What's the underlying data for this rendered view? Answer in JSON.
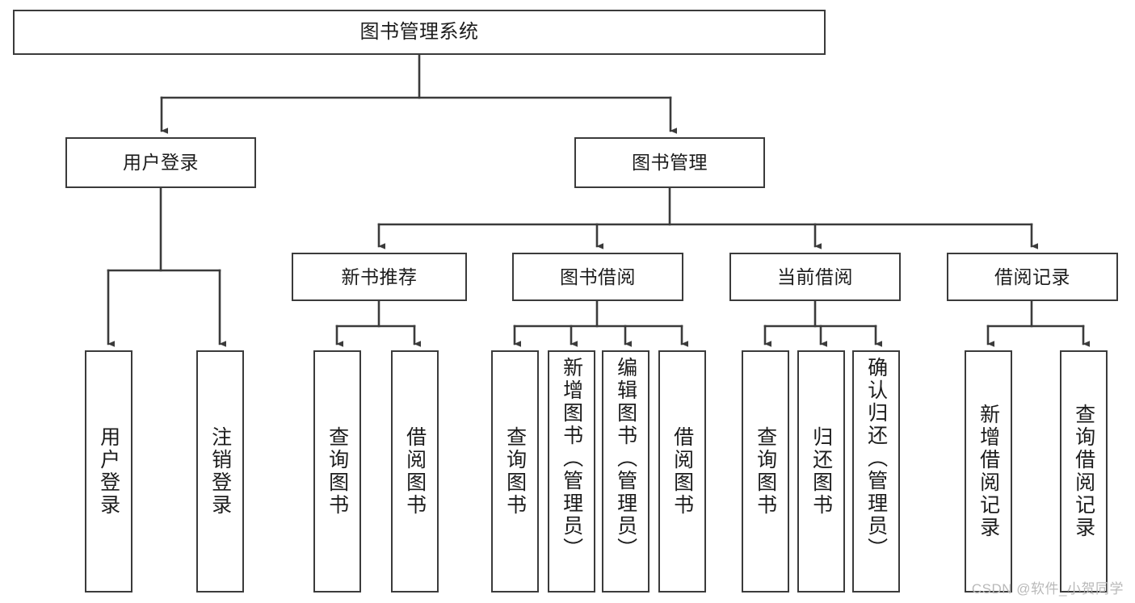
{
  "diagram": {
    "type": "tree-hierarchy-chart",
    "title": "图书管理系统",
    "line_color": "#3b3b3b",
    "box_fill": "#ffffff",
    "text_color": "#1c1c1c"
  },
  "root": {
    "label": "图书管理系统"
  },
  "level1": [
    {
      "label": "用户登录"
    },
    {
      "label": "图书管理"
    }
  ],
  "level2": [
    {
      "label": "新书推荐"
    },
    {
      "label": "图书借阅"
    },
    {
      "label": "当前借阅"
    },
    {
      "label": "借阅记录"
    }
  ],
  "leaves": {
    "user_login": [
      {
        "label": "用户登录"
      },
      {
        "label": "注销登录"
      }
    ],
    "new_book": [
      {
        "label": "查询图书"
      },
      {
        "label": "借阅图书"
      }
    ],
    "book_borrow": [
      {
        "label": "查询图书"
      },
      {
        "label": "新增图书（管理员）"
      },
      {
        "label": "编辑图书（管理员）"
      },
      {
        "label": "借阅图书"
      }
    ],
    "current_borrow": [
      {
        "label": "查询图书"
      },
      {
        "label": "归还图书"
      },
      {
        "label": "确认归还（管理员）"
      }
    ],
    "borrow_record": [
      {
        "label": "新增借阅记录"
      },
      {
        "label": "查询借阅记录"
      }
    ]
  },
  "watermark": {
    "text": "CSDN @软件_小贺同学"
  }
}
